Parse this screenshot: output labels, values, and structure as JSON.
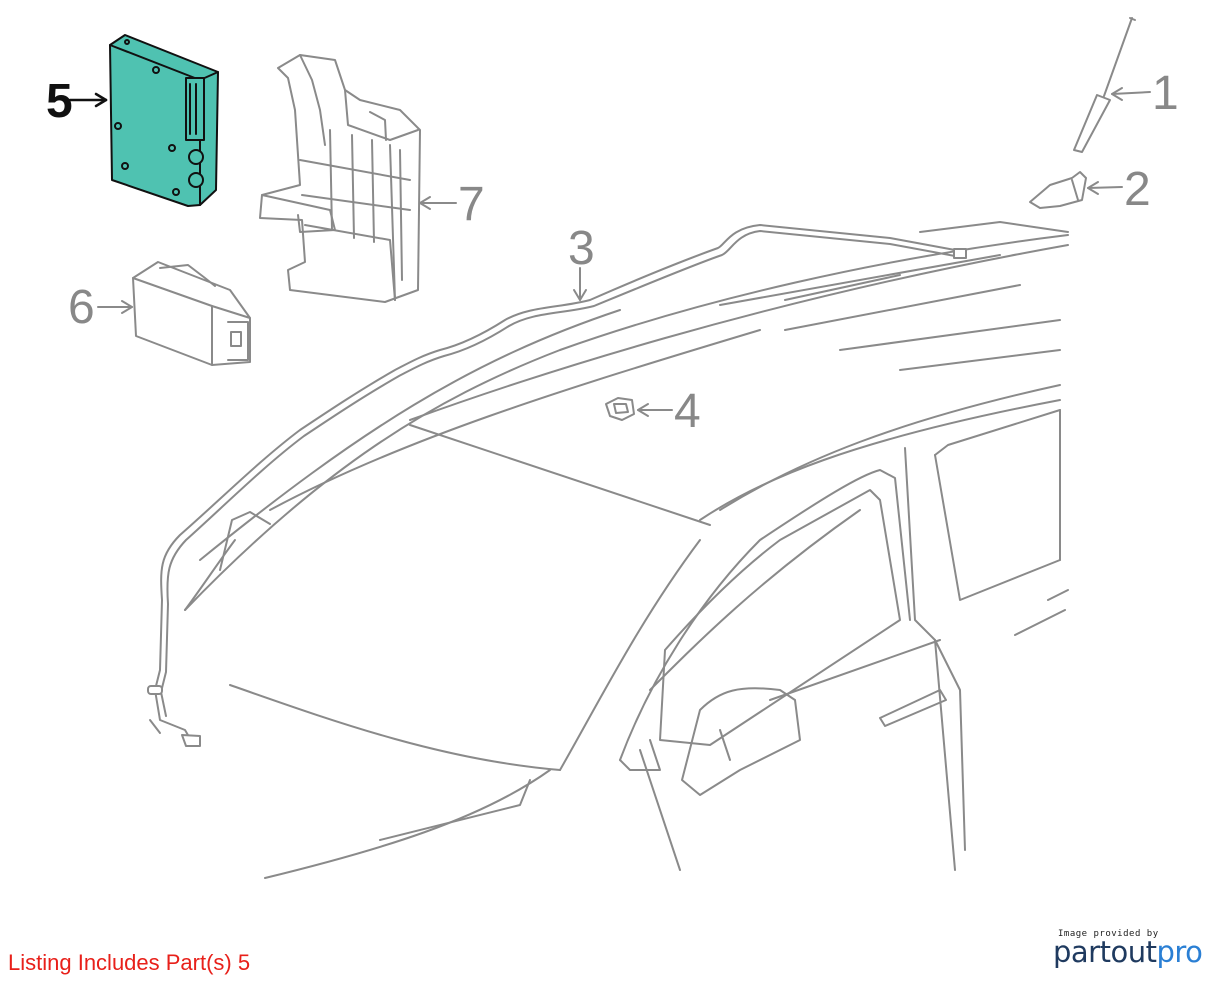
{
  "callouts": {
    "c1": "1",
    "c2": "2",
    "c3": "3",
    "c4": "4",
    "c5": "5",
    "c6": "6",
    "c7": "7"
  },
  "highlighted_part": "5",
  "highlight_color": "#4fc2b1",
  "footer": {
    "listing_text": "Listing Includes Part(s) 5",
    "credit_small": "Image provided by",
    "brand_part1": "partout",
    "brand_part2": "pro"
  },
  "colors": {
    "line": "#8a8a8a",
    "listing_red": "#e8201a",
    "brand_dark": "#1f3a5f",
    "brand_blue": "#2a7fd4"
  }
}
